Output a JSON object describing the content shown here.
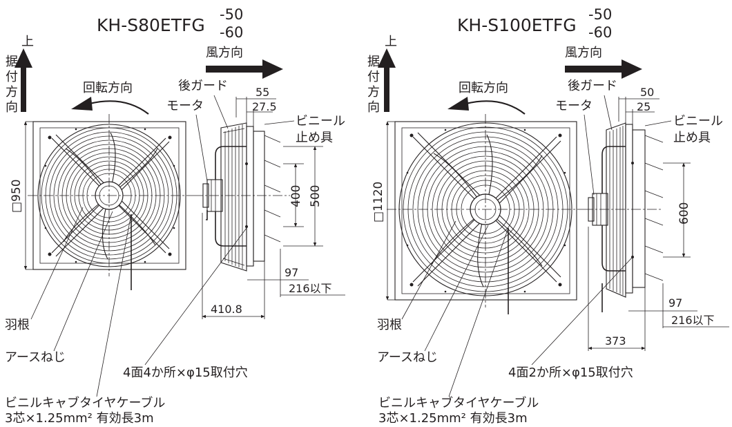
{
  "left": {
    "model": "KH-S80ETFG",
    "variant_top": "-50",
    "variant_bottom": "-60",
    "up": "上",
    "mount_direction": [
      "据",
      "付",
      "方",
      "向"
    ],
    "wind_direction": "風方向",
    "rotation": "回転方向",
    "rear_guard": "後ガード",
    "motor": "モータ",
    "vinyl_clip_1": "ビニール",
    "vinyl_clip_2": "止め具",
    "dim_55": "55",
    "dim_27_5": "27.5",
    "dim_square": "□950",
    "dim_400": "400",
    "dim_500": "500",
    "dim_97": "97",
    "dim_216": "216以下",
    "dim_410_8": "410.8",
    "blade": "羽根",
    "earth_screw": "アースねじ",
    "mount_holes": "4面4か所×φ15取付穴",
    "cable_1": "ビニルキャブタイヤケーブル",
    "cable_2": "3芯×1.25mm² 有効長3m"
  },
  "right": {
    "model": "KH-S100ETFG",
    "variant_top": "-50",
    "variant_bottom": "-60",
    "up": "上",
    "mount_direction": [
      "据",
      "付",
      "方",
      "向"
    ],
    "wind_direction": "風方向",
    "rotation": "回転方向",
    "rear_guard": "後ガード",
    "motor": "モータ",
    "vinyl_clip_1": "ビニール",
    "vinyl_clip_2": "止め具",
    "dim_50": "50",
    "dim_25": "25",
    "dim_square": "□1120",
    "dim_600": "600",
    "dim_97": "97",
    "dim_216": "216以下",
    "dim_373": "373",
    "blade": "羽根",
    "earth_screw": "アースねじ",
    "mount_holes": "4面2か所×φ15取付穴",
    "cable_1": "ビニルキャブタイヤケーブル",
    "cable_2": "3芯×1.25mm² 有効長3m"
  }
}
